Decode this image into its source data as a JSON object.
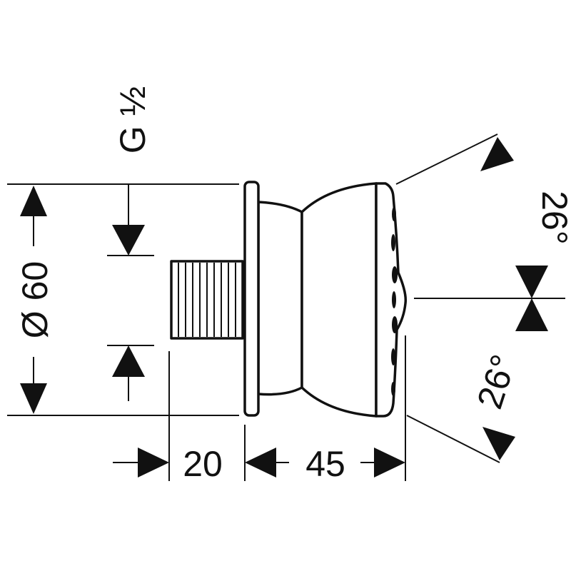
{
  "drawing": {
    "thread_label": "G ½",
    "diameter_label": "Ø 60",
    "thread_length_label": "20",
    "body_length_label": "45",
    "angle_upper_label": "26°",
    "angle_lower_label": "26°"
  }
}
